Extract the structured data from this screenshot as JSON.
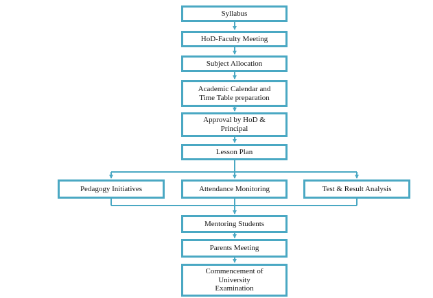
{
  "diagram": {
    "colors": {
      "border": "#4aa8c3",
      "connector": "#4aa8c3",
      "text": "#111111",
      "background": "#ffffff"
    },
    "nodes": {
      "syllabus": "Syllabus",
      "hod_faculty_meeting": "HoD-Faculty Meeting",
      "subject_allocation": "Subject Allocation",
      "academic_calendar": [
        "Academic Calendar and",
        "Time Table preparation"
      ],
      "approval": [
        "Approval by HoD &",
        "Principal"
      ],
      "lesson_plan": "Lesson Plan",
      "pedagogy_initiatives": "Pedagogy Initiatives",
      "attendance_monitoring": "Attendance Monitoring",
      "test_result_analysis": "Test & Result Analysis",
      "mentoring_students": "Mentoring Students",
      "parents_meeting": "Parents Meeting",
      "commencement": [
        "Commencement of",
        "University",
        "Examination"
      ]
    }
  }
}
